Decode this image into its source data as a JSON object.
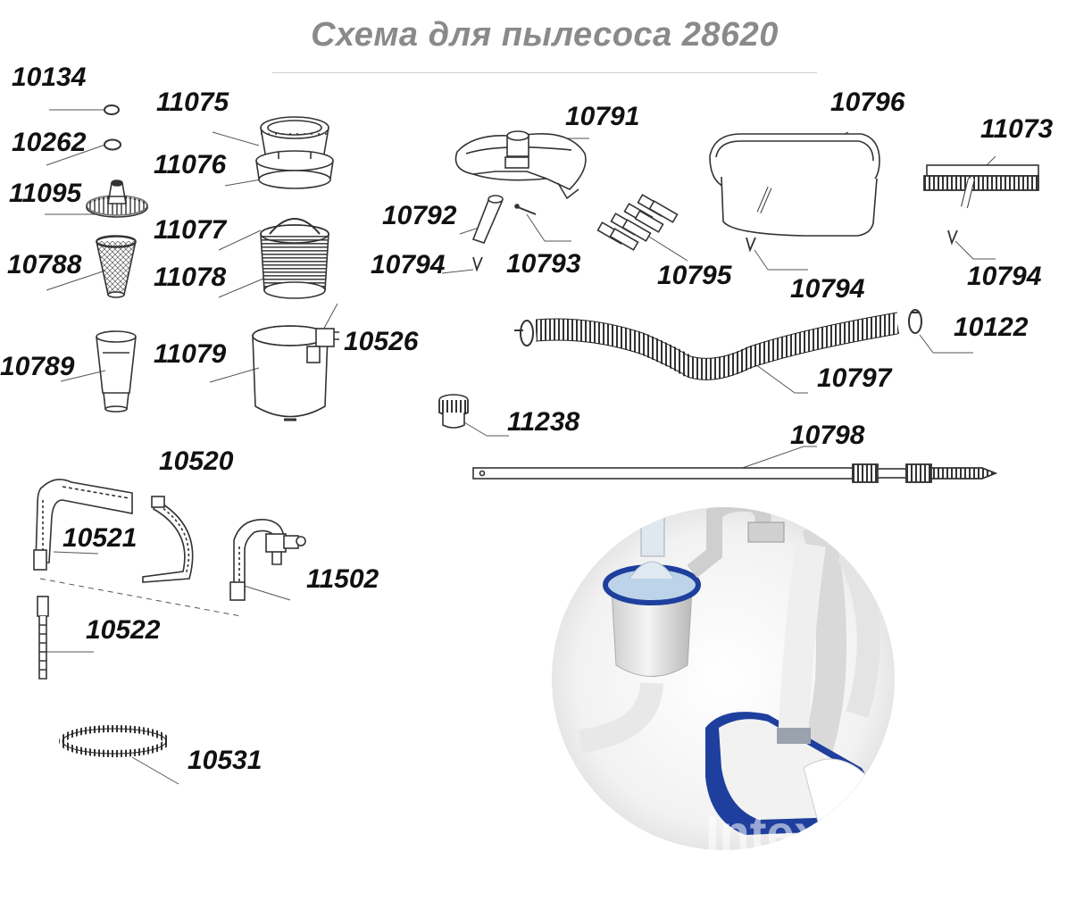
{
  "title": "Схема для пылесоса 28620",
  "watermark": "IntexPool.ua",
  "parts": {
    "p10134": "10134",
    "p10262": "10262",
    "p11095": "11095",
    "p10788": "10788",
    "p10789": "10789",
    "p11075": "11075",
    "p11076": "11076",
    "p11077": "11077",
    "p11078": "11078",
    "p11079": "11079",
    "p10526": "10526",
    "p10520": "10520",
    "p10521": "10521",
    "p10522": "10522",
    "p11502": "11502",
    "p10531": "10531",
    "p10791": "10791",
    "p10792": "10792",
    "p10793": "10793",
    "p10794a": "10794",
    "p10795": "10795",
    "p10796": "10796",
    "p10794b": "10794",
    "p11073": "11073",
    "p10794c": "10794",
    "p10122": "10122",
    "p10797": "10797",
    "p11238": "11238",
    "p10798": "10798"
  },
  "colors": {
    "title": "#8a8a8a",
    "line": "#333333",
    "photo_blue": "#1f3f9e"
  }
}
